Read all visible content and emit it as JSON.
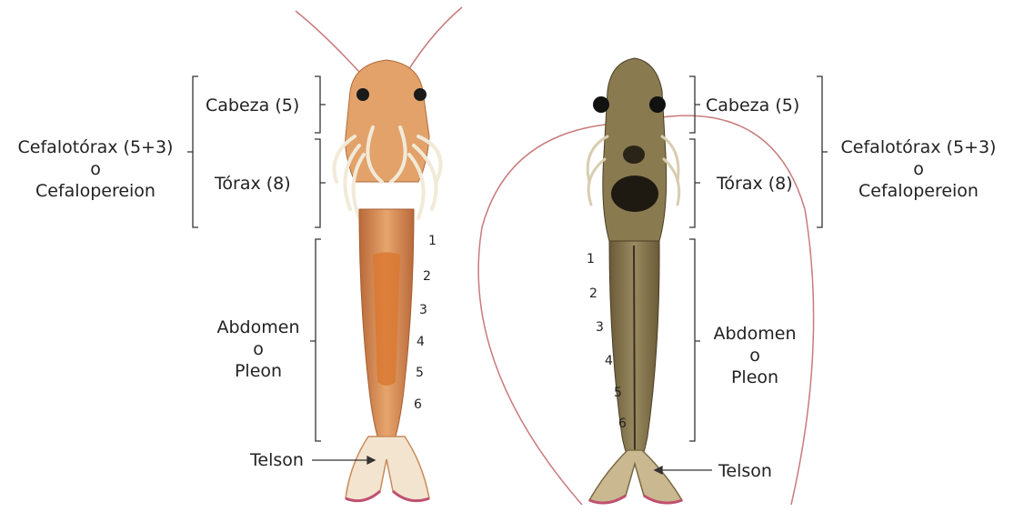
{
  "diagram": {
    "left": {
      "head_label": "Cabeza (5)",
      "thorax_label": "Tórax (8)",
      "cephalothorax_lines": [
        "Cefalotórax (5+3)",
        "o",
        "Cefalopereion"
      ],
      "abdomen_lines": [
        "Abdomen",
        "o",
        "Pleon"
      ],
      "segment_numbers": [
        "1",
        "2",
        "3",
        "4",
        "5",
        "6"
      ],
      "telson_label": "Telson"
    },
    "right": {
      "head_label": "Cabeza (5)",
      "thorax_label": "Tórax (8)",
      "cephalothorax_lines": [
        "Cefalotórax (5+3)",
        "o",
        "Cefalopereion"
      ],
      "abdomen_lines": [
        "Abdomen",
        "o",
        "Pleon"
      ],
      "segment_numbers": [
        "1",
        "2",
        "3",
        "4",
        "5",
        "6"
      ],
      "telson_label": "Telson"
    },
    "colors": {
      "left_shrimp": "#d98a4e",
      "right_shrimp": "#7a6a45",
      "antenna": "#c97a7a",
      "bracket": "#333333"
    }
  }
}
